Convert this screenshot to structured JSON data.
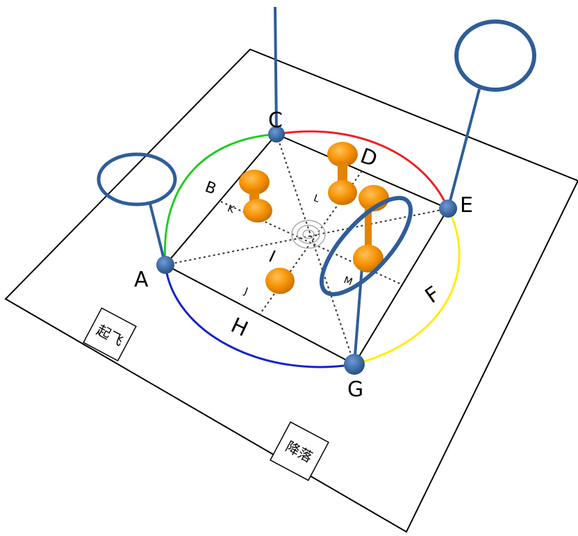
{
  "points": {
    "A": "A",
    "B": "B",
    "C": "C",
    "D": "D",
    "E": "E",
    "F": "F",
    "G": "G",
    "H": "H",
    "I": "I",
    "J": "J",
    "K": "K",
    "L": "L",
    "M": "M"
  },
  "zones": {
    "takeoff": "起飞",
    "landing": "降落"
  },
  "colors": {
    "pole": "#2f5d99",
    "ring": "#2f5d99",
    "arc_green": "#22cc22",
    "arc_red": "#ee2222",
    "arc_yellow": "#ffee00",
    "arc_blue": "#1122cc",
    "obstacle": "#f59100"
  }
}
